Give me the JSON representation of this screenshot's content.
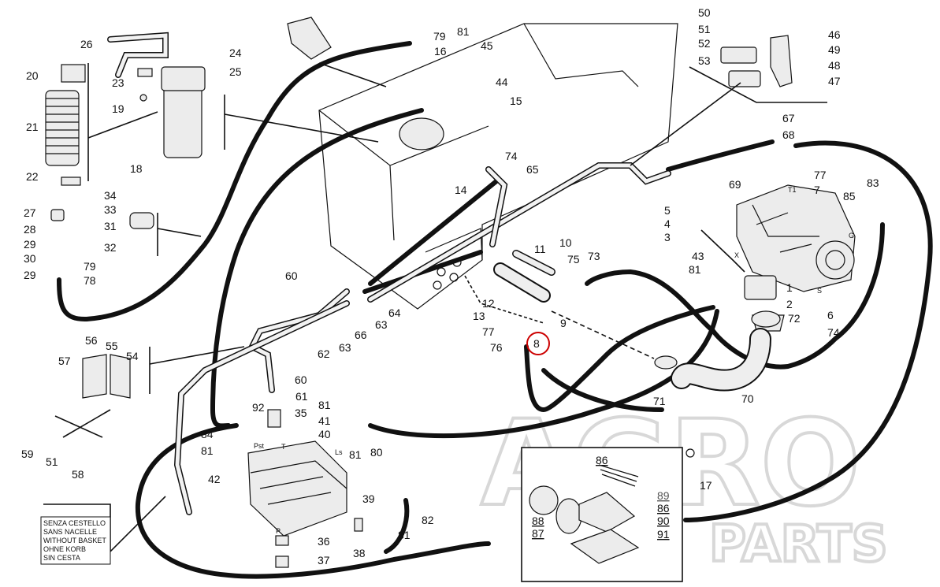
{
  "watermark": {
    "top": "AGRO",
    "bottom": "PARTS"
  },
  "note": {
    "lines": [
      "SENZA CESTELLO",
      "SANS NACELLE",
      "WITHOUT BASKET",
      "OHNE KORB",
      "SIN CESTA"
    ]
  },
  "highlight": {
    "label": "8",
    "color": "#cc0000"
  },
  "callouts": [
    {
      "id": "c1",
      "text": "1"
    },
    {
      "id": "c2",
      "text": "2"
    },
    {
      "id": "c3",
      "text": "3"
    },
    {
      "id": "c4",
      "text": "4"
    },
    {
      "id": "c5",
      "text": "5"
    },
    {
      "id": "c6",
      "text": "6"
    },
    {
      "id": "c7",
      "text": "7"
    },
    {
      "id": "c9",
      "text": "9"
    },
    {
      "id": "c10",
      "text": "10"
    },
    {
      "id": "c11",
      "text": "11"
    },
    {
      "id": "c12",
      "text": "12"
    },
    {
      "id": "c13",
      "text": "13"
    },
    {
      "id": "c14",
      "text": "14"
    },
    {
      "id": "c15",
      "text": "15"
    },
    {
      "id": "c16",
      "text": "16"
    },
    {
      "id": "c17",
      "text": "17"
    },
    {
      "id": "c18",
      "text": "18"
    },
    {
      "id": "c19",
      "text": "19"
    },
    {
      "id": "c20",
      "text": "20"
    },
    {
      "id": "c21",
      "text": "21"
    },
    {
      "id": "c22",
      "text": "22"
    },
    {
      "id": "c23",
      "text": "23"
    },
    {
      "id": "c24",
      "text": "24"
    },
    {
      "id": "c25",
      "text": "25"
    },
    {
      "id": "c26",
      "text": "26"
    },
    {
      "id": "c27",
      "text": "27"
    },
    {
      "id": "c28",
      "text": "28"
    },
    {
      "id": "c29a",
      "text": "29"
    },
    {
      "id": "c29b",
      "text": "29"
    },
    {
      "id": "c30",
      "text": "30"
    },
    {
      "id": "c31",
      "text": "31"
    },
    {
      "id": "c32",
      "text": "32"
    },
    {
      "id": "c33",
      "text": "33"
    },
    {
      "id": "c34",
      "text": "34"
    },
    {
      "id": "c35",
      "text": "35"
    },
    {
      "id": "c36",
      "text": "36"
    },
    {
      "id": "c37",
      "text": "37"
    },
    {
      "id": "c38",
      "text": "38"
    },
    {
      "id": "c39",
      "text": "39"
    },
    {
      "id": "c40",
      "text": "40"
    },
    {
      "id": "c41",
      "text": "41"
    },
    {
      "id": "c42",
      "text": "42"
    },
    {
      "id": "c43",
      "text": "43"
    },
    {
      "id": "c44",
      "text": "44"
    },
    {
      "id": "c45",
      "text": "45"
    },
    {
      "id": "c46",
      "text": "46"
    },
    {
      "id": "c47",
      "text": "47"
    },
    {
      "id": "c48",
      "text": "48"
    },
    {
      "id": "c49",
      "text": "49"
    },
    {
      "id": "c50",
      "text": "50"
    },
    {
      "id": "c51a",
      "text": "51"
    },
    {
      "id": "c51b",
      "text": "51"
    },
    {
      "id": "c52",
      "text": "52"
    },
    {
      "id": "c53",
      "text": "53"
    },
    {
      "id": "c54",
      "text": "54"
    },
    {
      "id": "c55",
      "text": "55"
    },
    {
      "id": "c56",
      "text": "56"
    },
    {
      "id": "c57",
      "text": "57"
    },
    {
      "id": "c58",
      "text": "58"
    },
    {
      "id": "c59",
      "text": "59"
    },
    {
      "id": "c60a",
      "text": "60"
    },
    {
      "id": "c60b",
      "text": "60"
    },
    {
      "id": "c61",
      "text": "61"
    },
    {
      "id": "c62",
      "text": "62"
    },
    {
      "id": "c63a",
      "text": "63"
    },
    {
      "id": "c63b",
      "text": "63"
    },
    {
      "id": "c64",
      "text": "64"
    },
    {
      "id": "c65",
      "text": "65"
    },
    {
      "id": "c66",
      "text": "66"
    },
    {
      "id": "c67",
      "text": "67"
    },
    {
      "id": "c68",
      "text": "68"
    },
    {
      "id": "c69",
      "text": "69"
    },
    {
      "id": "c70",
      "text": "70"
    },
    {
      "id": "c71",
      "text": "71"
    },
    {
      "id": "c72",
      "text": "72"
    },
    {
      "id": "c73",
      "text": "73"
    },
    {
      "id": "c74a",
      "text": "74"
    },
    {
      "id": "c74b",
      "text": "74"
    },
    {
      "id": "c75",
      "text": "75"
    },
    {
      "id": "c76",
      "text": "76"
    },
    {
      "id": "c77a",
      "text": "77"
    },
    {
      "id": "c77b",
      "text": "77"
    },
    {
      "id": "c78",
      "text": "78"
    },
    {
      "id": "c79a",
      "text": "79"
    },
    {
      "id": "c79b",
      "text": "79"
    },
    {
      "id": "c80",
      "text": "80"
    },
    {
      "id": "c81a",
      "text": "81"
    },
    {
      "id": "c81b",
      "text": "81"
    },
    {
      "id": "c81c",
      "text": "81"
    },
    {
      "id": "c81d",
      "text": "81"
    },
    {
      "id": "c81e",
      "text": "81"
    },
    {
      "id": "c81f",
      "text": "81"
    },
    {
      "id": "c82",
      "text": "82"
    },
    {
      "id": "c83",
      "text": "83"
    },
    {
      "id": "c84",
      "text": "84"
    },
    {
      "id": "c85",
      "text": "85"
    },
    {
      "id": "c86a",
      "text": "86"
    },
    {
      "id": "c86b",
      "text": "86"
    },
    {
      "id": "c87",
      "text": "87"
    },
    {
      "id": "c88",
      "text": "88"
    },
    {
      "id": "c89",
      "text": "89"
    },
    {
      "id": "c90",
      "text": "90"
    },
    {
      "id": "c91",
      "text": "91"
    },
    {
      "id": "c92",
      "text": "92"
    }
  ],
  "port_labels": {
    "pst": "Pst",
    "t": "T",
    "ls": "Ls",
    "p": "P",
    "x": "X",
    "t1": "T1",
    "g": "G",
    "s": "S"
  }
}
